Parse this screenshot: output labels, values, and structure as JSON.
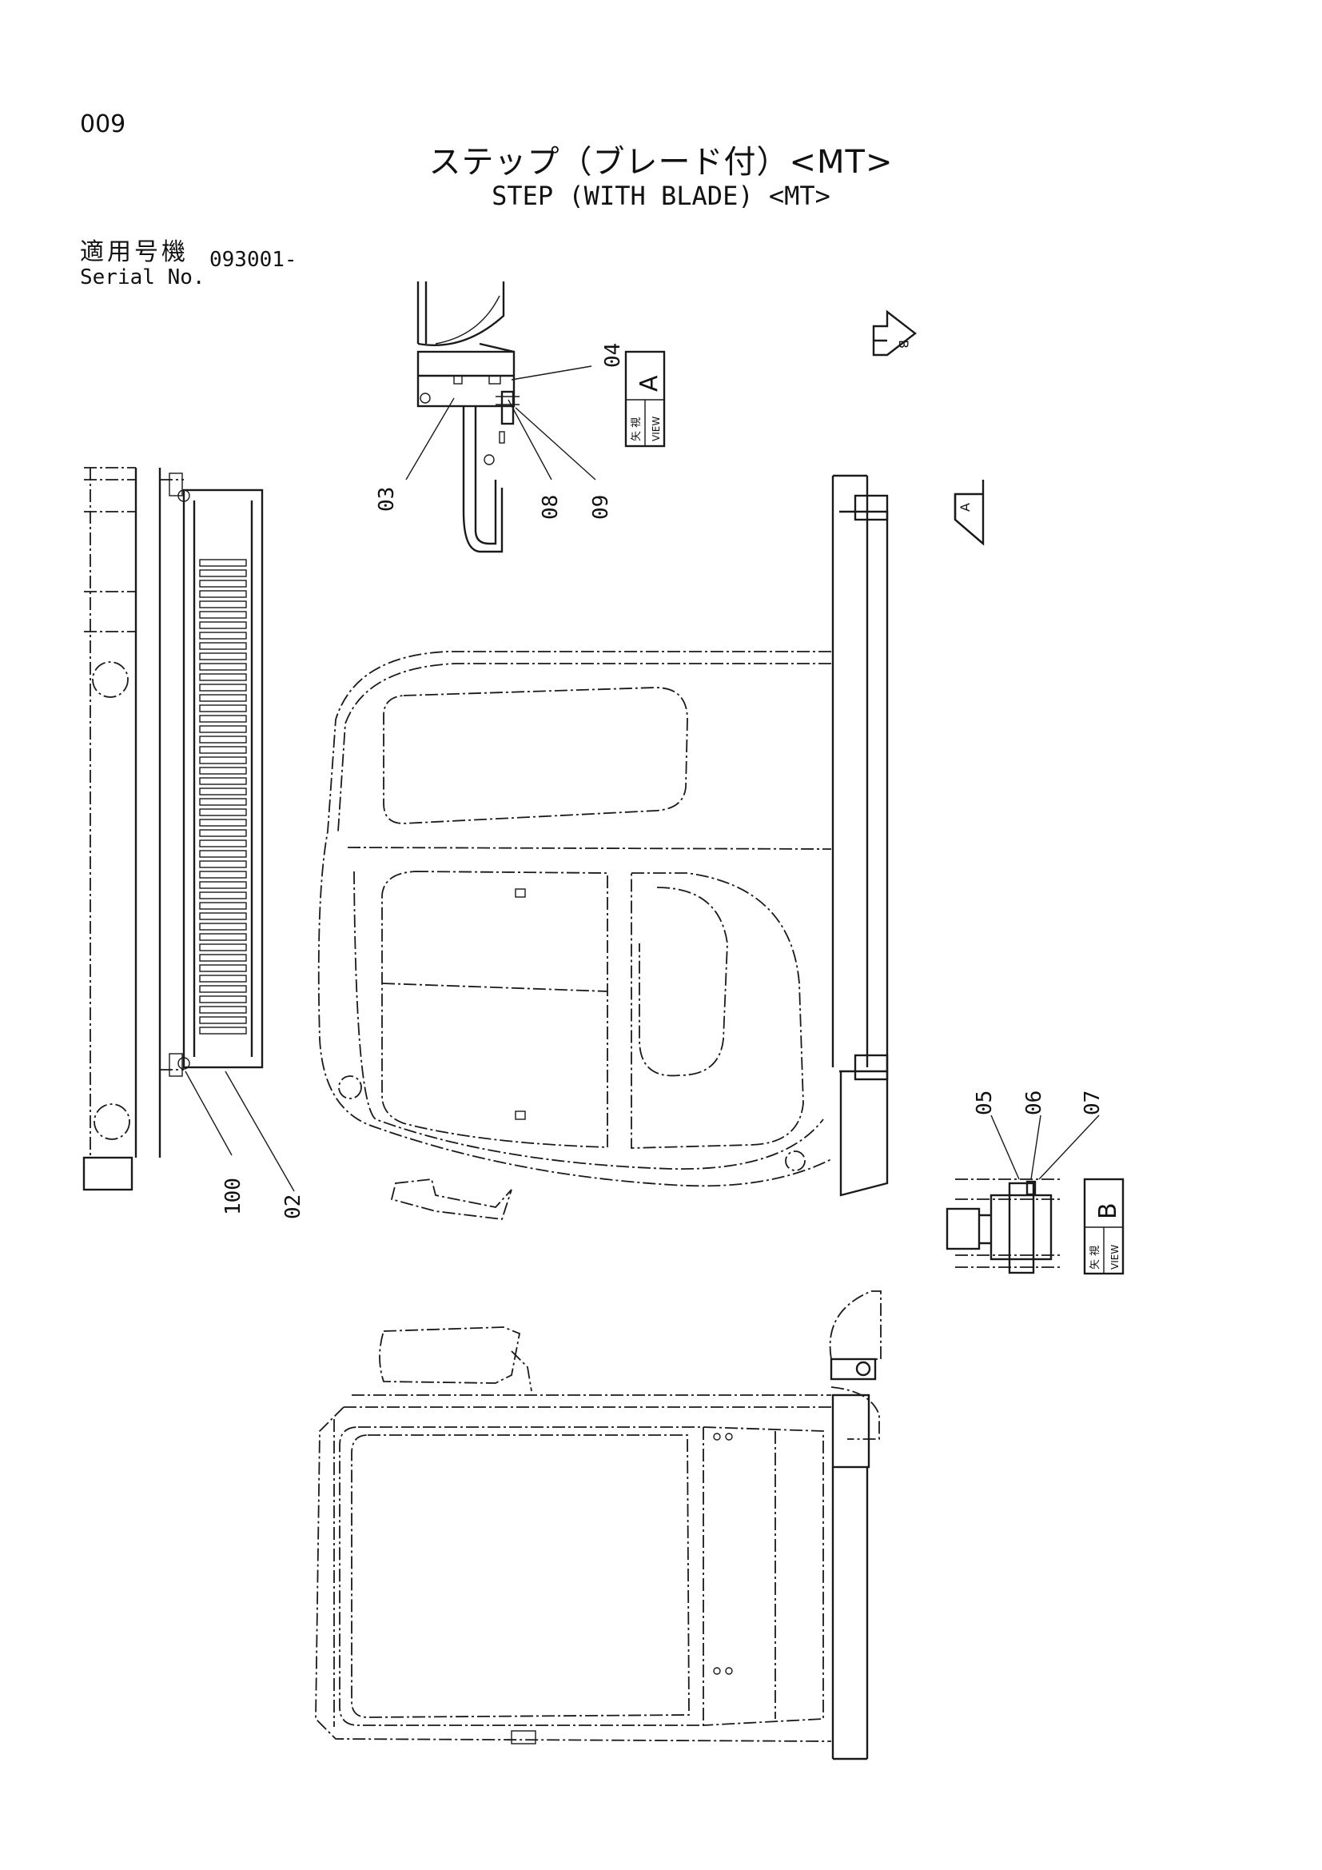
{
  "page_number": "009",
  "title_jp": "ステップ（ブレード付）<MT>",
  "title_en": "STEP (WITH BLADE) <MT>",
  "serial": {
    "label_jp": "適用号機",
    "label_en": "Serial No.",
    "value": "093001-"
  },
  "callouts": {
    "c03": "03",
    "c04": "04",
    "c08": "08",
    "c09": "09",
    "c100": "100",
    "c02": "02",
    "c05": "05",
    "c06": "06",
    "c07": "07"
  },
  "view_tags": {
    "view_a": {
      "letter": "A",
      "jp": "矢 視",
      "en": "VIEW"
    },
    "view_b": {
      "letter": "B",
      "jp": "矢 視",
      "en": "VIEW"
    }
  },
  "arrows": {
    "arrow_a": "A",
    "arrow_b": "B"
  }
}
